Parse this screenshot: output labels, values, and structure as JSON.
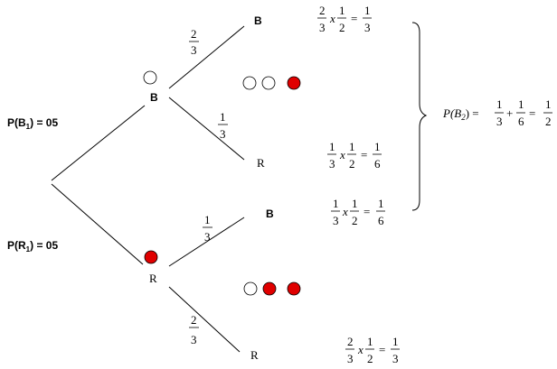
{
  "palette": {
    "white_ball": "#ffffff",
    "red_ball": "#e00000",
    "ink": "#000000"
  },
  "priors": {
    "b1": {
      "p": "P(B",
      "sub": "1",
      "close": ") = 0",
      "val": "5"
    },
    "r1": {
      "p": "P(R",
      "sub": "1",
      "close": ") = 0",
      "val": "5"
    }
  },
  "nodes": {
    "first_b": "B",
    "first_r": "R",
    "b_b": "B",
    "b_r": "R",
    "r_b": "B",
    "r_r": "R"
  },
  "branch_probs": {
    "b_to_b": {
      "num": "2",
      "den": "3"
    },
    "b_to_r": {
      "num": "1",
      "den": "3"
    },
    "r_to_b": {
      "num": "1",
      "den": "3"
    },
    "r_to_r": {
      "num": "2",
      "den": "3"
    }
  },
  "urns": {
    "b1_urn": [
      "white"
    ],
    "b2_urn": [
      "white",
      "white",
      "red"
    ],
    "r1_urn": [
      "red"
    ],
    "r2_urn": [
      "white",
      "red",
      "red"
    ]
  },
  "products": {
    "bb": {
      "a_num": "2",
      "a_den": "3",
      "x": "x",
      "b_num": "1",
      "b_den": "2",
      "eq": "=",
      "r_num": "1",
      "r_den": "3"
    },
    "br": {
      "a_num": "1",
      "a_den": "3",
      "x": "x",
      "b_num": "1",
      "b_den": "2",
      "eq": "=",
      "r_num": "1",
      "r_den": "6"
    },
    "rb": {
      "a_num": "1",
      "a_den": "3",
      "x": "x",
      "b_num": "1",
      "b_den": "2",
      "eq": "=",
      "r_num": "1",
      "r_den": "6"
    },
    "rr": {
      "a_num": "2",
      "a_den": "3",
      "x": "x",
      "b_num": "1",
      "b_den": "2",
      "eq": "=",
      "r_num": "1",
      "r_den": "3"
    }
  },
  "result": {
    "lhs": "P(B",
    "sub": "2",
    "close": ") =",
    "t1_num": "1",
    "t1_den": "3",
    "plus": "+",
    "t2_num": "1",
    "t2_den": "6",
    "eq": "=",
    "t3_num": "1",
    "t3_den": "2"
  }
}
